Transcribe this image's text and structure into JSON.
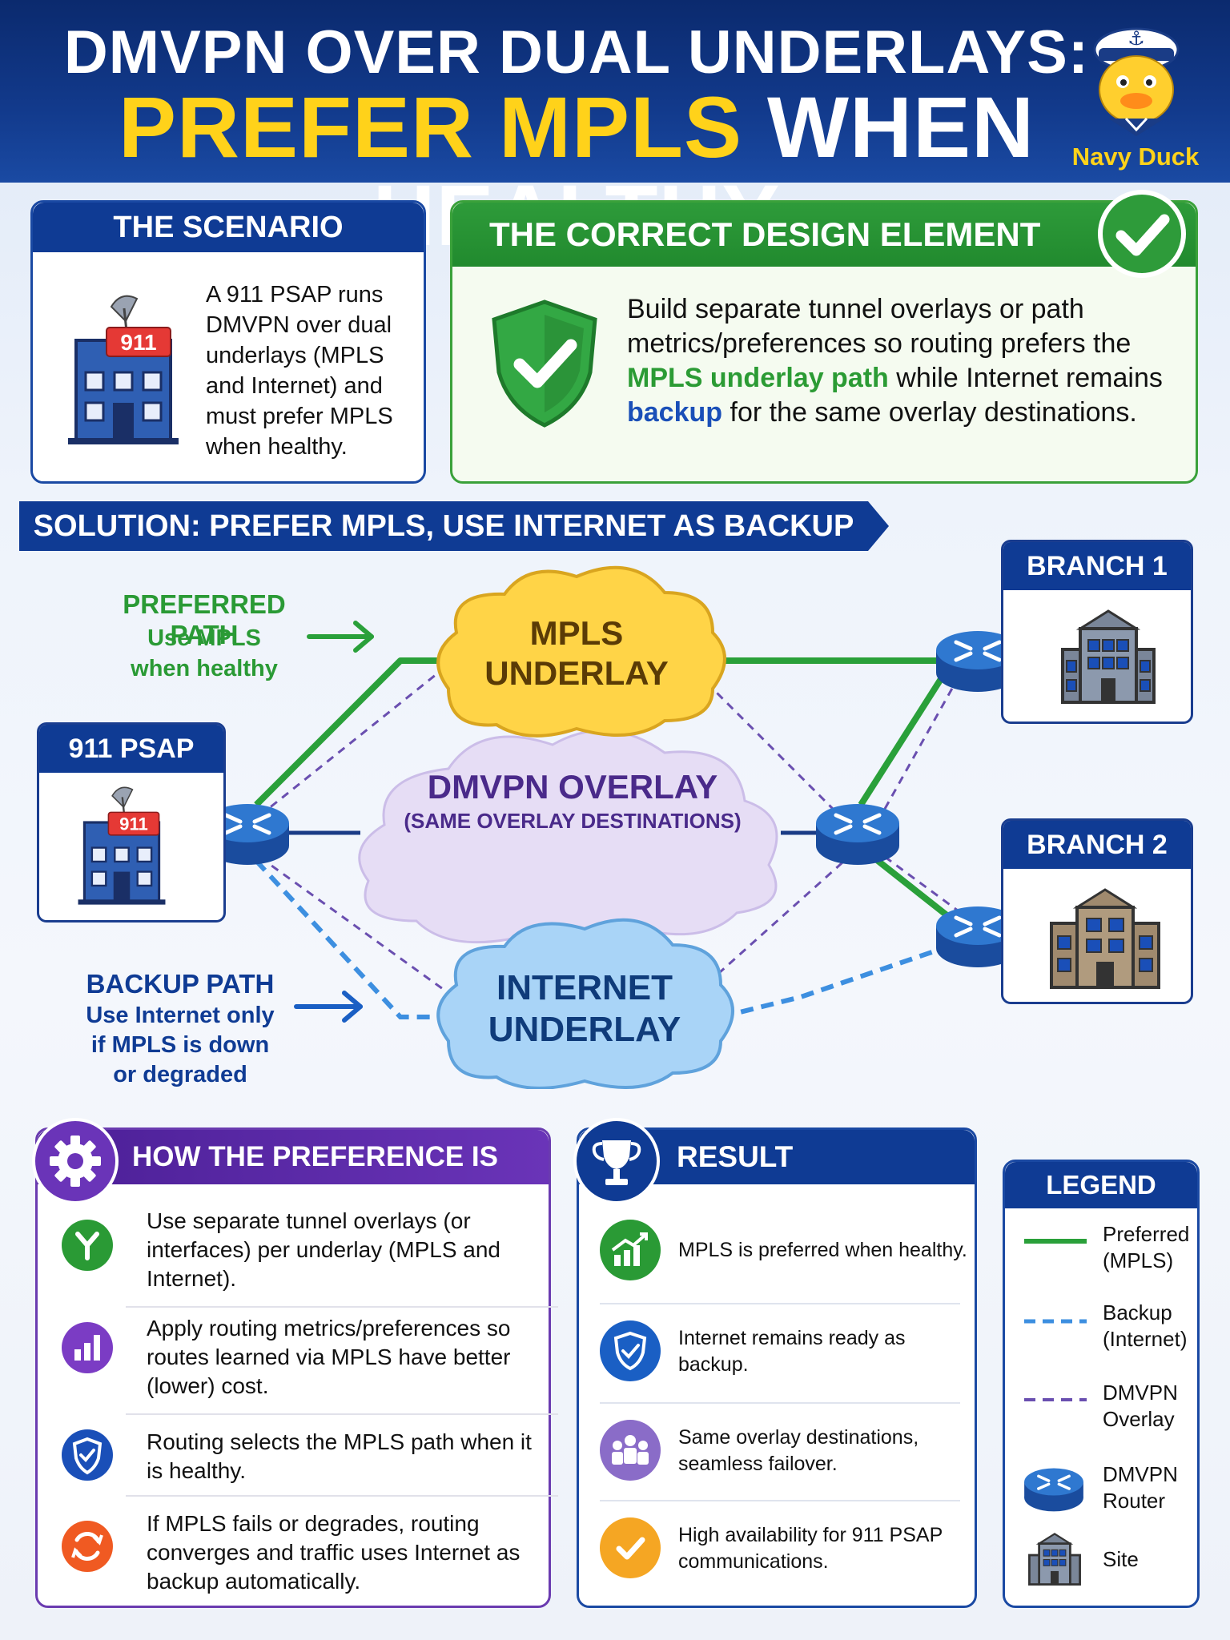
{
  "header": {
    "title_line1": "DMVPN OVER DUAL UNDERLAYS:",
    "title_line2_highlight": "PREFER MPLS",
    "title_line2_rest": " WHEN HEALTHY",
    "mascot_name": "Navy Duck"
  },
  "scenario": {
    "title": "THE SCENARIO",
    "badge": "911",
    "text": "A 911 PSAP runs DMVPN over dual underlays (MPLS and Internet) and must prefer MPLS when healthy."
  },
  "design": {
    "title": "THE CORRECT DESIGN ELEMENT",
    "text_1": "Build separate tunnel overlays or path metrics/preferences so routing prefers the ",
    "text_mpls": "MPLS underlay path",
    "text_2": " while Internet remains ",
    "text_backup": "backup",
    "text_3": " for the same overlay destinations."
  },
  "solution": {
    "banner": "SOLUTION: PREFER MPLS, USE INTERNET AS BACKUP"
  },
  "diagram": {
    "preferred_title": "PREFERRED PATH",
    "preferred_sub_1": "Use MPLS",
    "preferred_sub_2": "when healthy",
    "backup_title": "BACKUP PATH",
    "backup_sub_1": "Use Internet only",
    "backup_sub_2": "if MPLS is down",
    "backup_sub_3": "or degraded",
    "hub_title": "911 PSAP (HUB)",
    "hub_badge": "911",
    "branch1_title": "BRANCH 1",
    "branch2_title": "BRANCH 2",
    "mpls_line1": "MPLS",
    "mpls_line2": "UNDERLAY",
    "overlay_line1": "DMVPN OVERLAY",
    "overlay_sub": "(SAME OVERLAY DESTINATIONS)",
    "internet_line1": "INTERNET",
    "internet_line2": "UNDERLAY"
  },
  "how": {
    "title": "HOW THE PREFERENCE IS ACHIEVED",
    "items": [
      {
        "icon": "split-arrow-icon",
        "text": "Use separate tunnel overlays (or interfaces) per underlay (MPLS and Internet)."
      },
      {
        "icon": "bar-chart-icon",
        "text": "Apply routing metrics/preferences so routes learned via MPLS have better (lower) cost."
      },
      {
        "icon": "shield-check-icon",
        "text": "Routing selects the MPLS path when it is healthy."
      },
      {
        "icon": "refresh-icon",
        "text": "If MPLS fails or degrades, routing converges and traffic uses Internet as backup automatically."
      }
    ]
  },
  "result": {
    "title": "RESULT",
    "items": [
      {
        "icon": "trend-up-icon",
        "text": "MPLS is preferred when healthy."
      },
      {
        "icon": "shield-check-icon",
        "text": "Internet remains ready as backup."
      },
      {
        "icon": "people-icon",
        "text": "Same overlay destinations, seamless failover."
      },
      {
        "icon": "check-circle-icon",
        "text": "High availability for 911 PSAP communications."
      }
    ]
  },
  "legend": {
    "title": "LEGEND",
    "items": [
      {
        "label_1": "Preferred",
        "label_2": "(MPLS)"
      },
      {
        "label_1": "Backup",
        "label_2": "(Internet)"
      },
      {
        "label_1": "DMVPN",
        "label_2": "Overlay"
      },
      {
        "label_1": "DMVPN",
        "label_2": "Router"
      },
      {
        "label_1": "Site",
        "label_2": ""
      }
    ]
  },
  "colors": {
    "navy": "#0f3b94",
    "green": "#2a9a35",
    "backup_blue": "#3d8fe0",
    "overlay_purple": "#6a4fb0",
    "mpls_yellow": "#ffd447",
    "highlight_yellow": "#ffd21a"
  }
}
